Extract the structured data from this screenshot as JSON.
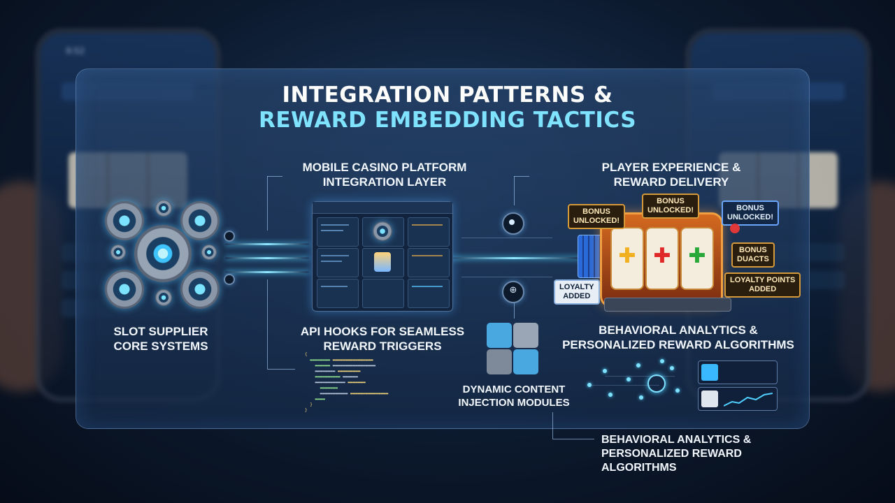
{
  "title": {
    "line1": "INTEGRATION PATTERNS &",
    "line2": "REWARD EMBEDDING TACTICS"
  },
  "labels": {
    "mobile_platform": [
      "MOBILE CASINO PLATFORM",
      "INTEGRATION LAYER"
    ],
    "player_experience": [
      "PLAYER EXPERIENCE &",
      "REWARD DELIVERY"
    ],
    "slot_supplier": [
      "SLOT SUPPLIER",
      "CORE SYSTEMS"
    ],
    "api_hooks": [
      "API HOOKS FOR SEAMLESS",
      "REWARD TRIGGERS"
    ],
    "dynamic_content": [
      "DYNAMIC CONTENT",
      "INJECTION MODULES"
    ],
    "behavioral_inner": [
      "BEHAVIORAL ANALYTICS &",
      "PERSONALIZED REWARD ALGORITHMS"
    ],
    "behavioral_outer": [
      "BEHAVIORAL ANALYTICS &",
      "PERSONALIZED REWARD",
      "ALGORITHMS"
    ]
  },
  "bubbles": {
    "bonus_unlocked_left": [
      "BONUS",
      "UNLOCKED!"
    ],
    "bonus_unlocked_top": [
      "BONUS",
      "UNLOCKED!"
    ],
    "bonus_unlocked_right": [
      "BONUS",
      "UNLOCKED!"
    ],
    "bonus_duacts": [
      "BONUS",
      "DUACTS"
    ],
    "loyalty_added": [
      "LOYALTY",
      "ADDED"
    ],
    "loyalty_points_added": [
      "LOYALTY POINTS",
      "ADDED"
    ]
  },
  "phone": {
    "time_left": "9:52"
  },
  "colors": {
    "accent": "#7fe3ff",
    "title": "#ffffff",
    "panel": "#1b3354",
    "reward": "#d79a3a"
  }
}
